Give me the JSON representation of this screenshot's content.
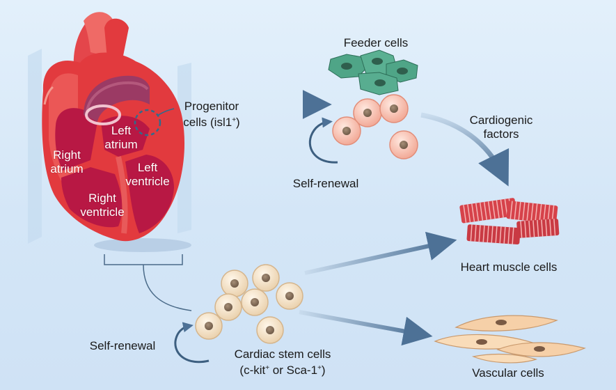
{
  "colors": {
    "background": "#dbeaf8",
    "heart_red": "#e23a3e",
    "heart_chamber": "#b81844",
    "stem_cell": "#f1dcc0",
    "progenitor_cell": "#f5b9a8",
    "feeder_cell": "#4fa587",
    "muscle_cell": "#d6424a",
    "vascular_cell": "#f6d0a8",
    "arrow": "#4d7196"
  },
  "heart": {
    "left_atrium": [
      "Left",
      "atrium"
    ],
    "right_atrium": [
      "Right",
      "atrium"
    ],
    "left_ventricle": [
      "Left",
      "ventricle"
    ],
    "right_ventricle": [
      "Right",
      "ventricle"
    ]
  },
  "labels": {
    "progenitor": {
      "line1": "Progenitor",
      "line2": "cells (isl1",
      "line2_sup": "+",
      "line2_end": ")"
    },
    "feeder_cells": "Feeder cells",
    "cardiogenic": [
      "Cardiogenic",
      "factors"
    ],
    "self_renewal_top": "Self-renewal",
    "self_renewal_bottom": "Self-renewal",
    "heart_muscle_cells": "Heart muscle cells",
    "cardiac_stem": {
      "line1": "Cardiac stem cells",
      "line2_a": "(c-kit",
      "line2_sup1": "+",
      "line2_b": " or Sca-1",
      "line2_sup2": "+",
      "line2_c": ")"
    },
    "vascular_cells": "Vascular cells"
  }
}
